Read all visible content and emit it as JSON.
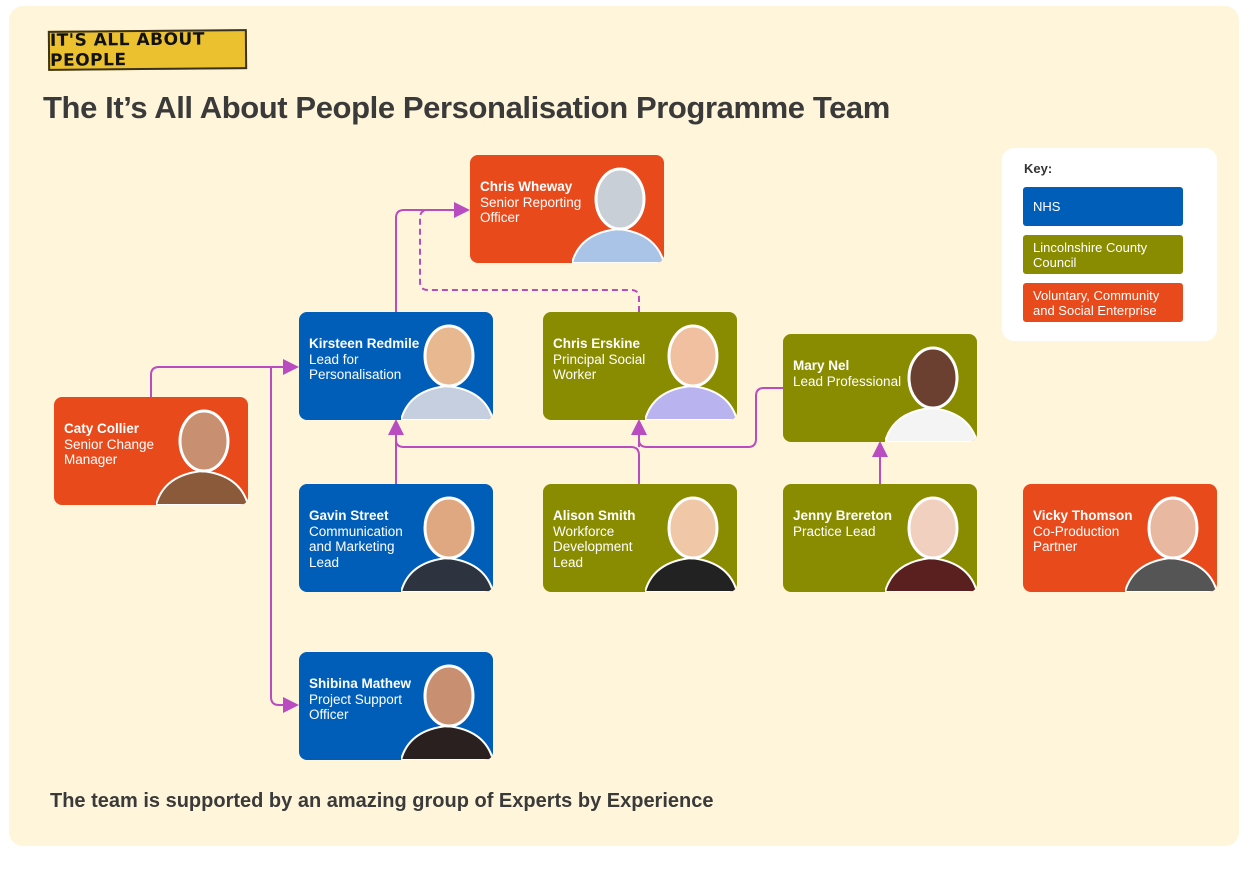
{
  "logo": "IT'S ALL ABOUT PEOPLE",
  "title": "The It’s All About People Personalisation Programme Team",
  "footer": "The team is supported by an amazing group of Experts by Experience",
  "colors": {
    "nhs": "#005eb8",
    "lcc": "#8a8c00",
    "vcse": "#e84a1c",
    "connector": "#b84cc0",
    "background": "#fff5da"
  },
  "key": {
    "label": "Key:",
    "items": [
      "NHS",
      "Lincolnshire County Council",
      "Voluntary, Community and Social Enterprise"
    ]
  },
  "people": [
    {
      "name": "Chris Wheway",
      "role": "Senior Reporting Officer"
    },
    {
      "name": "Kirsteen Redmile",
      "role": "Lead for Personalisation"
    },
    {
      "name": "Chris Erskine",
      "role": "Principal Social Worker"
    },
    {
      "name": "Mary Nel",
      "role": "Lead Professional"
    },
    {
      "name": "Caty Collier",
      "role": "Senior Change Manager"
    },
    {
      "name": "Gavin Street",
      "role": "Communication and Marketing Lead"
    },
    {
      "name": "Alison Smith",
      "role": "Workforce Development Lead"
    },
    {
      "name": "Jenny Brereton",
      "role": "Practice Lead"
    },
    {
      "name": "Vicky Thomson",
      "role": "Co-Production Partner"
    },
    {
      "name": "Shibina Mathew",
      "role": "Project Support Officer"
    }
  ]
}
